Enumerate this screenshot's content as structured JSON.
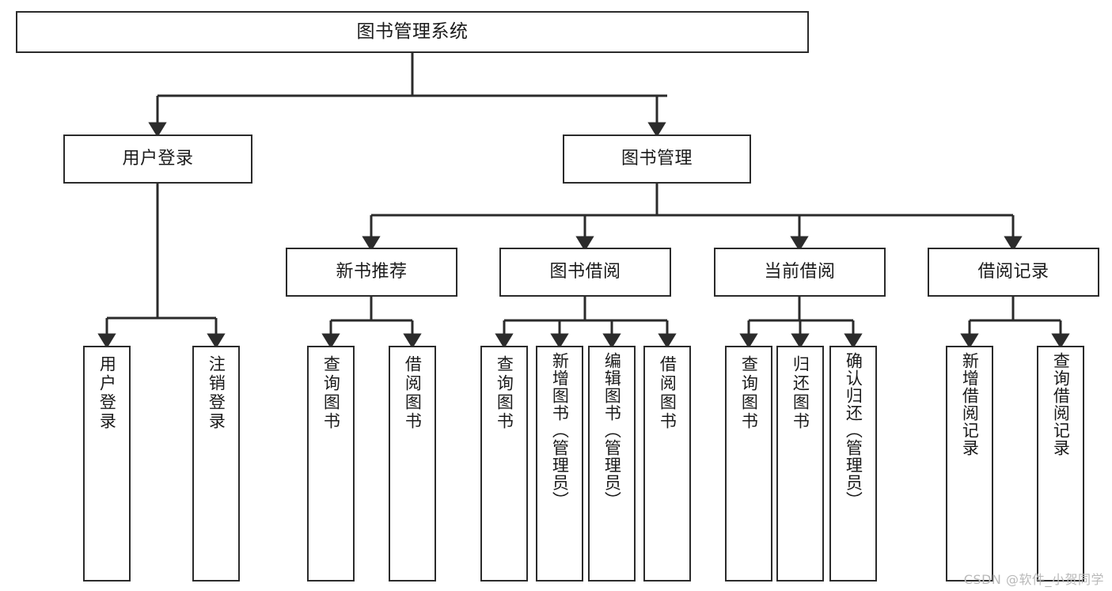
{
  "diagram": {
    "title": "图书管理系统",
    "type": "tree-hierarchy",
    "watermark": "CSDN @软件_小贺同学",
    "colors": {
      "box_border": "#2b2b2b",
      "box_fill": "#ffffff",
      "connector": "#2b2b2b",
      "text": "#1a1a1a",
      "watermark": "#b9b9b9",
      "background": "#ffffff"
    }
  },
  "nodes": {
    "root": {
      "label": "图书管理系统"
    },
    "level1": [
      {
        "label": "用户登录"
      },
      {
        "label": "图书管理"
      }
    ],
    "level2": [
      {
        "label": "新书推荐"
      },
      {
        "label": "图书借阅"
      },
      {
        "label": "当前借阅"
      },
      {
        "label": "借阅记录"
      }
    ],
    "leaves": {
      "user_login": [
        {
          "label": "用户登录"
        },
        {
          "label": "注销登录"
        }
      ],
      "new_book_recommend": [
        {
          "label": "查询图书"
        },
        {
          "label": "借阅图书"
        }
      ],
      "book_borrow": [
        {
          "label": "查询图书"
        },
        {
          "label": "新增图书（管理员）"
        },
        {
          "label": "编辑图书（管理员）"
        },
        {
          "label": "借阅图书"
        }
      ],
      "current_borrow": [
        {
          "label": "查询图书"
        },
        {
          "label": "归还图书"
        },
        {
          "label": "确认归还（管理员）"
        }
      ],
      "borrow_record": [
        {
          "label": "新增借阅记录"
        },
        {
          "label": "查询借阅记录"
        }
      ]
    }
  }
}
